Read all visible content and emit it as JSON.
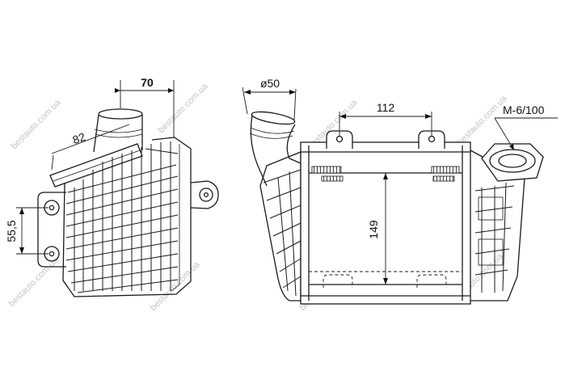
{
  "watermark": "bestauto.com.ua",
  "left_view": {
    "dim_width": "70",
    "dim_angle": "82",
    "dim_mount_spacing": "55,5"
  },
  "right_view": {
    "dim_pipe_diameter": "ø50",
    "dim_bracket_spacing": "112",
    "dim_core_height": "149",
    "dim_thread": "M-6/100"
  }
}
